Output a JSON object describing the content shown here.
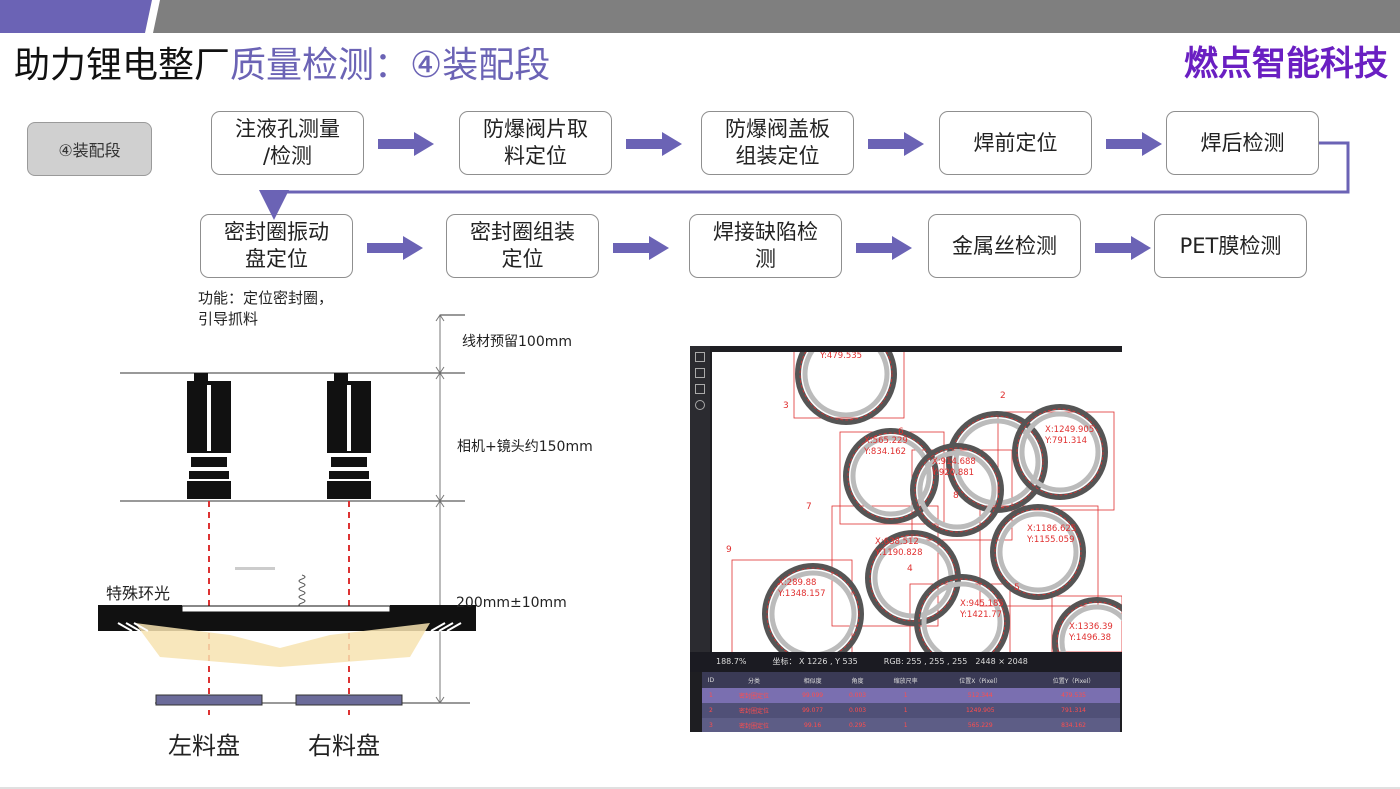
{
  "header": {
    "title_main": "助力锂电整厂",
    "title_sub": "质量检测：④装配段",
    "brand": "燃点智能科技"
  },
  "stage_button": "④装配段",
  "flow": {
    "row1": [
      "注液孔测量/检测",
      "防爆阀片取料定位",
      "防爆阀盖板组装定位",
      "焊前定位",
      "焊后检测"
    ],
    "row2": [
      "密封圈振动盘定位",
      "密封圈组装定位",
      "焊接缺陷检测",
      "金属丝检测",
      "PET膜检测"
    ],
    "row1_lines": [
      [
        "注液孔测量",
        "/检测"
      ],
      [
        "防爆阀片取",
        "料定位"
      ],
      [
        "防爆阀盖板",
        "组装定位"
      ],
      [
        "焊前定位"
      ],
      [
        "焊后检测"
      ]
    ],
    "row2_lines": [
      [
        "密封圈振动",
        "盘定位"
      ],
      [
        "密封圈组装",
        "定位"
      ],
      [
        "焊接缺陷检",
        "测"
      ],
      [
        "金属丝检测"
      ],
      [
        "PET膜检测"
      ]
    ]
  },
  "function_note": [
    "功能：定位密封圈，",
    "引导抓料"
  ],
  "diagram": {
    "dim_wire": "线材预留100mm",
    "dim_camera": "相机+镜头约150mm",
    "dim_distance": "200mm±10mm",
    "light_label": "特殊环光",
    "left_tray": "左料盘",
    "right_tray": "右料盘"
  },
  "colors": {
    "accent": "#6b63b5",
    "brand": "#6a1fc2",
    "detect_red": "#e03030"
  },
  "screenshot": {
    "labels": [
      {
        "text": "Y:479.535"
      },
      {
        "text": "3"
      },
      {
        "text": "2"
      },
      {
        "text": "6"
      },
      {
        "text": "X:565.229"
      },
      {
        "text": "Y:834.162"
      },
      {
        "text": "X:1249.905"
      },
      {
        "text": "Y:791.314"
      },
      {
        "text": "X:914.688"
      },
      {
        "text": "Y:920.881"
      },
      {
        "text": "8"
      },
      {
        "text": "7"
      },
      {
        "text": "X:1186.625"
      },
      {
        "text": "Y:1155.059"
      },
      {
        "text": "9"
      },
      {
        "text": "X:638.512"
      },
      {
        "text": "Y:1190.828"
      },
      {
        "text": "4"
      },
      {
        "text": "X:289.88"
      },
      {
        "text": "Y:1348.157"
      },
      {
        "text": "5"
      },
      {
        "text": "X:945.185"
      },
      {
        "text": "Y:1421.77"
      },
      {
        "text": "X:1336.39"
      },
      {
        "text": "Y:1496.38"
      }
    ],
    "status": {
      "zoom": "188.7%",
      "coord": "坐标：  X 1226 , Y 535",
      "rgb": "RGB:    255 , 255 , 255",
      "size": "2448 × 2048"
    },
    "table": {
      "headers": [
        "ID",
        "分类",
        "相似度",
        "角度",
        "缩放尺率",
        "位置X（Pixel）",
        "位置Y（Pixel）"
      ],
      "rows": [
        [
          "1",
          "密封圈定位",
          "99.099",
          "0.003",
          "1",
          "512.344",
          "479.535"
        ],
        [
          "2",
          "密封圈定位",
          "99.077",
          "0.003",
          "1",
          "1249.905",
          "791.314"
        ],
        [
          "3",
          "密封圈定位",
          "99.16",
          "0.295",
          "1",
          "565.229",
          "834.162"
        ]
      ]
    }
  }
}
